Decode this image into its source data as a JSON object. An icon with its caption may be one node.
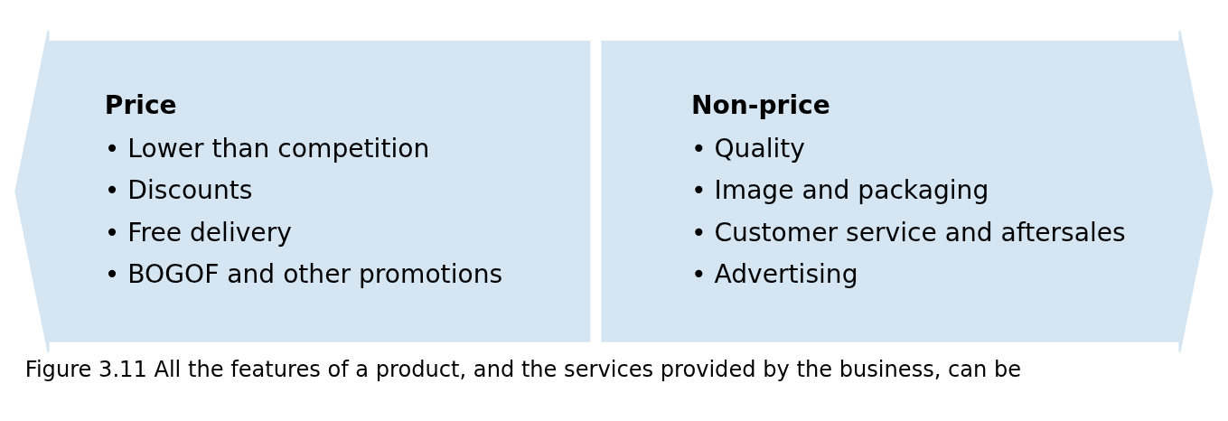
{
  "diagram": {
    "caption": "Figure 3.11 All the features of a product, and the services provided by the business, can be",
    "nodes": [
      {
        "text": [
          "Price",
          "• Lower than competition",
          "• Discounts",
          "• Free delivery",
          "• BOGOF and other promotions"
        ]
      },
      {
        "text": [
          "Non-price",
          "• Quality",
          "• Image and packaging",
          "• Customer service and aftersales",
          "• Advertising"
        ]
      }
    ],
    "edges": []
  }
}
